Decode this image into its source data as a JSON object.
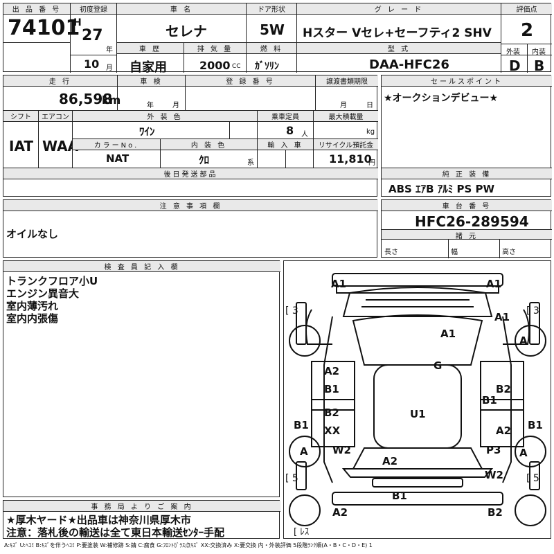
{
  "header_labels": {
    "lot_no": "出 品 番 号",
    "first_reg": "初度登録",
    "car_name": "車 名",
    "door": "ドア形状",
    "grade": "グ レ ー ド",
    "score": "評価点",
    "history": "車 歴",
    "displacement": "排 気 量",
    "fuel": "燃 料",
    "model": "型 式",
    "exterior": "外装",
    "interior": "内装",
    "mileage": "走 行",
    "inspection": "車 検",
    "reg_no": "登 録 番 号",
    "transfer": "譲渡書類期限",
    "sales_point": "セールスポイント",
    "shift": "シフト",
    "aircon": "エアコン",
    "ext_color": "外 装 色",
    "capacity": "乗車定員",
    "max_load": "最大積載量",
    "color_no": "カラーNo.",
    "int_color": "内 装 色",
    "import": "輸 入 車",
    "recycle": "リサイクル預託金",
    "later_parts": "後日発送部品",
    "genuine_equip": "純 正 装 備",
    "notes": "注 意 事 項 欄",
    "chassis_no": "車 台 番 号",
    "specs": "諸 元",
    "inspector": "検 査 員 記 入 欄",
    "office": "事 務 局 よ り ご 案 内"
  },
  "units": {
    "year_h": "H",
    "year": "年",
    "month": "月",
    "cc": "CC",
    "km": "km",
    "person": "人",
    "kg": "kg",
    "kei": "系",
    "yen": "円",
    "length": "長さ",
    "width": "幅",
    "height": "高さ"
  },
  "values": {
    "lot_no": "74101",
    "first_reg_year": "27",
    "first_reg_month": "10",
    "car_name": "セレナ",
    "door": "5W",
    "grade": "Hスター Vセレ+セーフティ2 SHV",
    "score": "2",
    "history": "自家用",
    "displacement": "2000",
    "fuel": "ｶﾞｿﾘﾝ",
    "model": "DAA-HFC26",
    "exterior": "D",
    "interior": "B",
    "mileage": "86,598",
    "sales_point": "★オークションデビュー★",
    "shift": "IAT",
    "aircon": "WAA",
    "ext_color": "ﾜｲﾝ",
    "capacity": "8",
    "color_no": "NAT",
    "int_color": "ｸﾛ",
    "recycle": "11,810",
    "genuine_equip": "ABS ｴｱB ｱﾙﾐ PS PW",
    "notes": "オイルなし",
    "chassis_no": "HFC26-289594"
  },
  "inspector_lines": [
    "トランクフロア小U",
    "エンジン異音大",
    "室内薄汚れ",
    "室内内張傷"
  ],
  "office_lines": [
    "★厚木ヤード★出品車は神奈川県厚木市",
    "注意：落札後の輸送は全て東日本輸送ｾﾝﾀｰ手配"
  ],
  "legend": "A:ｷｽﾞ  U:ﾍｺﾐ  B:ｷｽﾞを伴うﾍｺﾐ  P:要塗装  W:補修跡  S:錆  C:腐食  G:ﾌﾛﾝﾄｶﾞﾗｽ点ｷｽﾞ  XX:交換済み  X:要交換   内・外装評価  5段階ﾗﾝｸ順(A・B・C・D・E) 1",
  "diagram": {
    "side_labels": [
      "[ 3",
      "[ 3",
      "[ 5",
      "[ 5",
      "[ ﾚｽ"
    ],
    "marks": [
      "A1",
      "A1",
      "A1",
      "A",
      "A1",
      "G",
      "A2",
      "B1",
      "B2",
      "B1",
      "B2",
      "XX",
      "U1",
      "A2",
      "B1",
      "B1",
      "W2",
      "A",
      "P3",
      "A",
      "A2",
      "W2",
      "B1",
      "A2",
      "B2"
    ]
  }
}
